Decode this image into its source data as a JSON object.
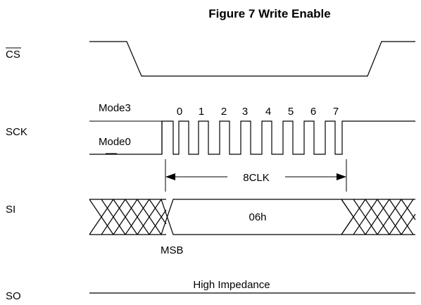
{
  "title": "Figure 7 Write Enable",
  "signals": {
    "cs": "CS",
    "sck": "SCK",
    "si": "SI",
    "so": "SO"
  },
  "mode3": "Mode3",
  "mode0": "Mode0",
  "clocks": [
    "0",
    "1",
    "2",
    "3",
    "4",
    "5",
    "6",
    "7"
  ],
  "clk_count": "8CLK",
  "opcode": "06h",
  "msb": "MSB",
  "so_state": "High Impedance"
}
